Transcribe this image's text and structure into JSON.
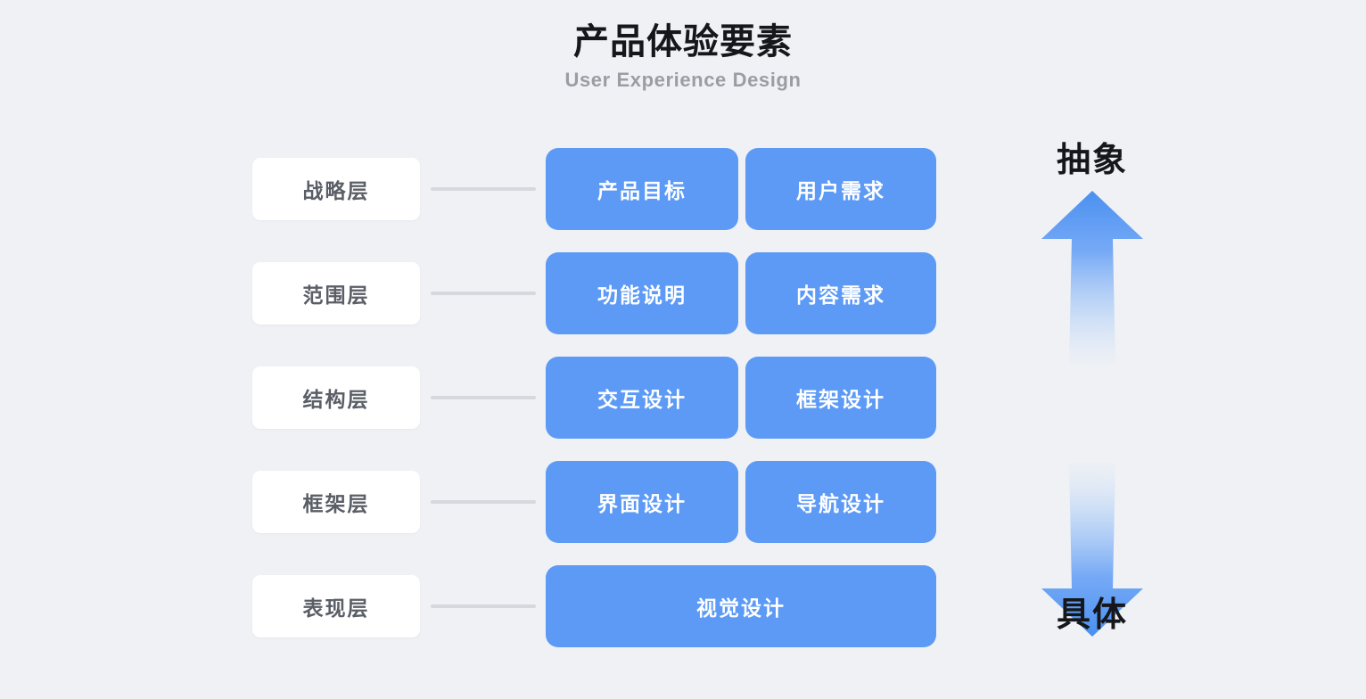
{
  "header": {
    "title": "产品体验要素",
    "subtitle": "User Experience Design"
  },
  "colors": {
    "background": "#eff1f5",
    "card_blue": "#5c9af6",
    "chip_white": "#ffffff",
    "chip_text": "#5a5e66",
    "connector_gray": "#d6d8dd",
    "title_black": "#15171a",
    "subtitle_gray": "#9a9da3",
    "arrow_blue": "#4a90f0"
  },
  "rows": [
    {
      "layer": "战略层",
      "cards": [
        "产品目标",
        "用户需求"
      ]
    },
    {
      "layer": "范围层",
      "cards": [
        "功能说明",
        "内容需求"
      ]
    },
    {
      "layer": "结构层",
      "cards": [
        "交互设计",
        "框架设计"
      ]
    },
    {
      "layer": "框架层",
      "cards": [
        "界面设计",
        "导航设计"
      ]
    },
    {
      "layer": "表现层",
      "cards": [
        "视觉设计"
      ]
    }
  ],
  "axis": {
    "top_label": "抽象",
    "bottom_label": "具体"
  }
}
